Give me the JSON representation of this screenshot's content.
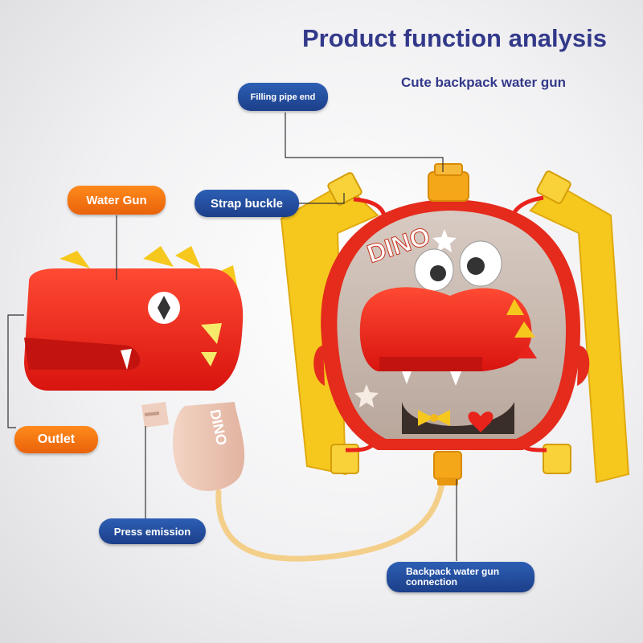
{
  "header": {
    "title": "Product function analysis",
    "subtitle": "Cute backpack water gun"
  },
  "callouts": {
    "filling_pipe_end": "Filling pipe end",
    "strap_buckle": "Strap buckle",
    "water_gun": "Water Gun",
    "outlet": "Outlet",
    "press_emission": "Press emission",
    "backpack_connection": "Backpack water gun connection"
  },
  "product": {
    "backpack_brand_text": "DINO",
    "gun_brand_text": "DINO"
  },
  "colors": {
    "title_text": "#33398a",
    "callout_blue": "#1f4a9e",
    "callout_orange": "#f07218",
    "dino_red": "#e8231c",
    "strap_yellow": "#f6c81e",
    "backpack_shell": "#c9b8ad"
  }
}
